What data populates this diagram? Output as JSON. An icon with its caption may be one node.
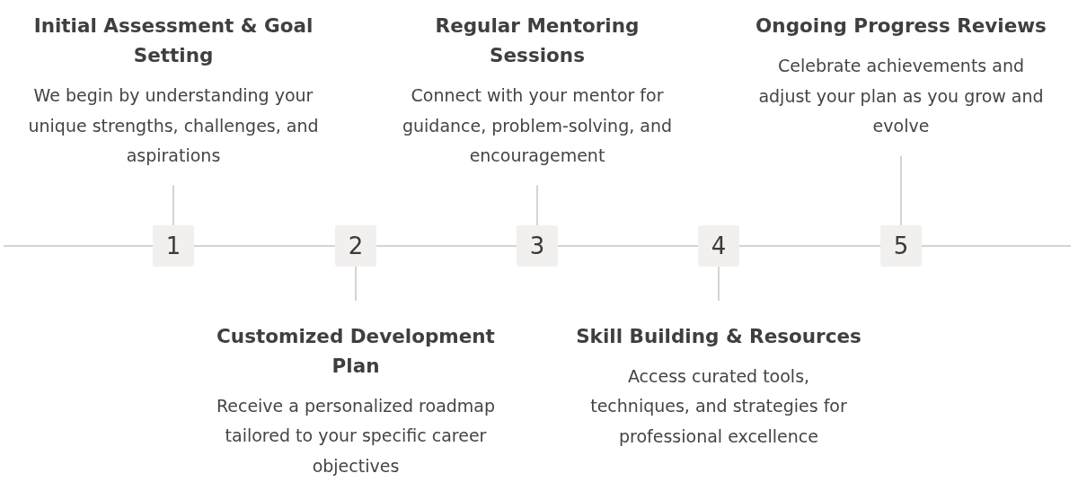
{
  "diagram": {
    "nodes": [
      {
        "text": [
          "Initial Assessment & Goal Setting",
          "We begin by understanding your unique strengths, challenges, and aspirations"
        ]
      },
      {
        "text": [
          "1"
        ]
      },
      {
        "text": [
          "Customized Development Plan",
          "Receive a personalized roadmap tailored to your specific career objectives"
        ]
      },
      {
        "text": [
          "2"
        ]
      },
      {
        "text": [
          "Regular Mentoring Sessions",
          "Connect with your mentor for guidance, problem-solving, and encouragement"
        ]
      },
      {
        "text": [
          "3"
        ]
      },
      {
        "text": [
          "Skill Building & Resources",
          "Access curated tools, techniques, and strategies for professional excellence"
        ]
      },
      {
        "text": [
          "4"
        ]
      },
      {
        "text": [
          "Ongoing Progress Reviews",
          "Celebrate achievements and adjust your plan as you grow and evolve"
        ]
      },
      {
        "text": [
          "5"
        ]
      }
    ],
    "edges": [
      {
        "from": null,
        "to": 1,
        "arrow": "none"
      },
      {
        "from": 0,
        "to": 1,
        "arrow": "none"
      },
      {
        "from": 1,
        "to": 3,
        "arrow": "none"
      },
      {
        "from": 3,
        "to": 2,
        "arrow": "none"
      },
      {
        "from": 3,
        "to": 5,
        "arrow": "none"
      },
      {
        "from": 4,
        "to": 5,
        "arrow": "none"
      },
      {
        "from": 5,
        "to": 7,
        "arrow": "none"
      },
      {
        "from": 7,
        "to": 6,
        "arrow": "none"
      },
      {
        "from": 7,
        "to": 9,
        "arrow": "none"
      },
      {
        "from": 8,
        "to": 9,
        "arrow": "none"
      },
      {
        "from": 9,
        "to": null,
        "arrow": "none"
      }
    ]
  }
}
